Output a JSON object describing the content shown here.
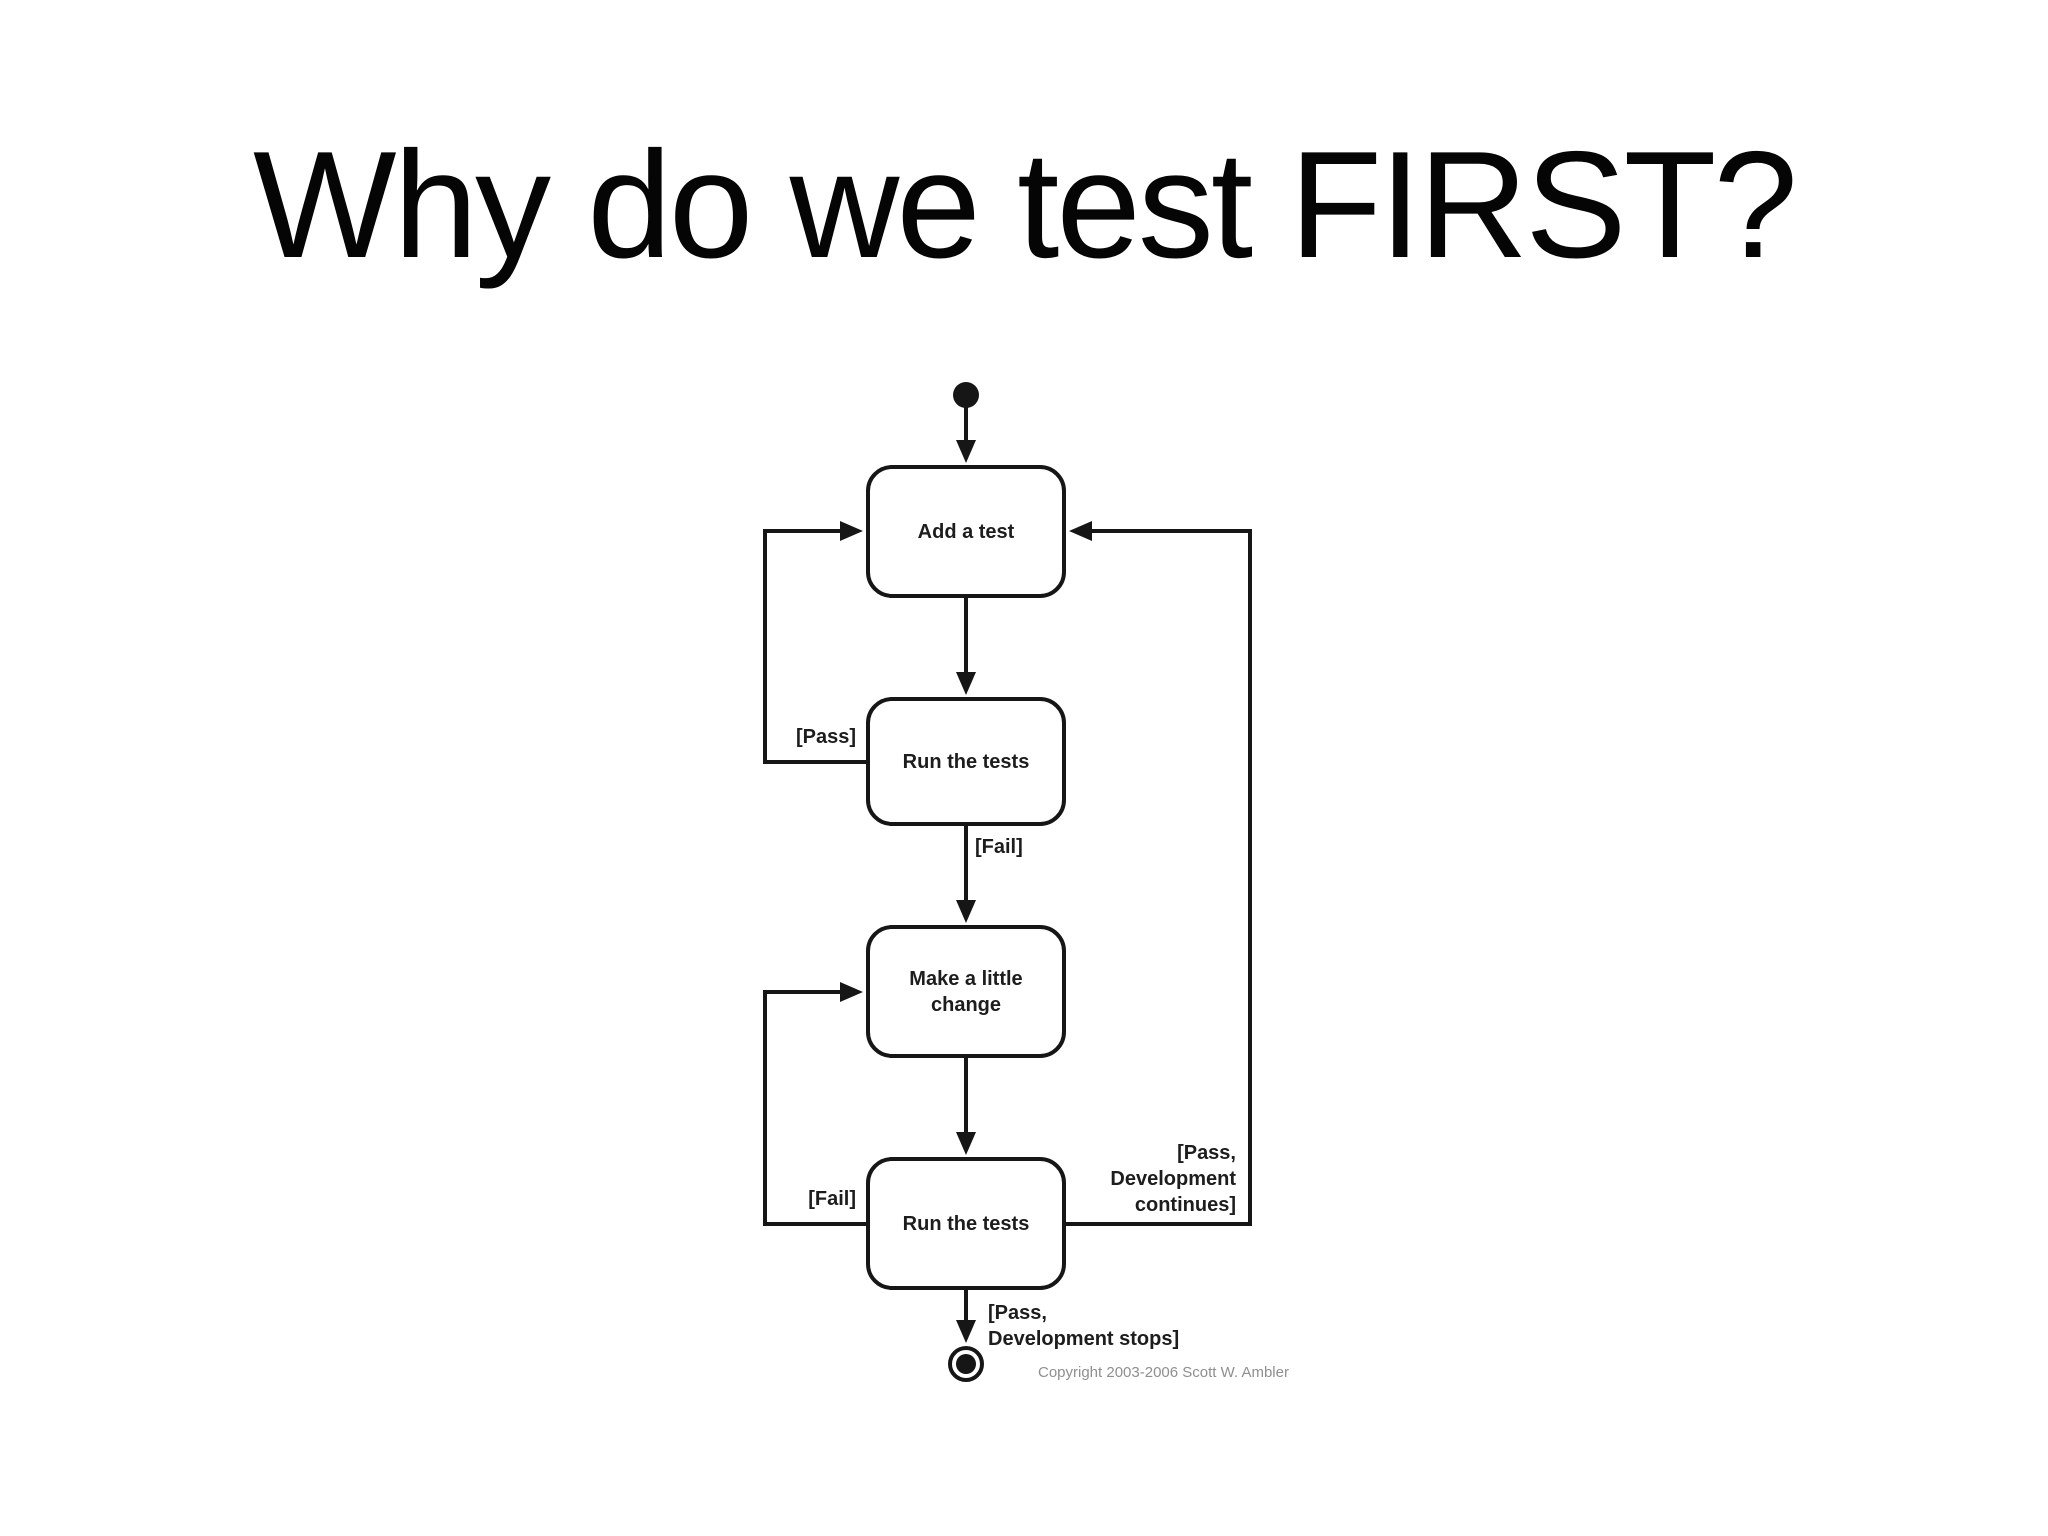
{
  "slide": {
    "title": "Why do we test FIRST?"
  },
  "diagram": {
    "type": "uml-activity-diagram",
    "nodes": [
      {
        "id": "add-test",
        "label": "Add a test"
      },
      {
        "id": "run-tests-1",
        "label": "Run the tests"
      },
      {
        "id": "make-change",
        "label": "Make a little change"
      },
      {
        "id": "run-tests-2",
        "label": "Run the tests"
      }
    ],
    "edge_labels": {
      "pass_loop": "[Pass]",
      "fail_down": "[Fail]",
      "fail_loop": "[Fail]",
      "pass_continues": "[Pass,\nDevelopment\ncontinues]",
      "pass_stops": "[Pass,\nDevelopment stops]"
    },
    "edges": [
      {
        "from": "start",
        "to": "add-test",
        "label": ""
      },
      {
        "from": "add-test",
        "to": "run-tests-1",
        "label": ""
      },
      {
        "from": "run-tests-1",
        "to": "add-test",
        "label": "[Pass]"
      },
      {
        "from": "run-tests-1",
        "to": "make-change",
        "label": "[Fail]"
      },
      {
        "from": "make-change",
        "to": "run-tests-2",
        "label": ""
      },
      {
        "from": "run-tests-2",
        "to": "make-change",
        "label": "[Fail]"
      },
      {
        "from": "run-tests-2",
        "to": "add-test",
        "label": "[Pass, Development continues]"
      },
      {
        "from": "run-tests-2",
        "to": "end",
        "label": "[Pass, Development stops]"
      }
    ],
    "colors": {
      "line": "#161616",
      "text": "#1d1d1d",
      "copyright_text": "#8f8f8f",
      "background": "#ffffff"
    },
    "copyright": "Copyright 2003-2006 Scott W. Ambler"
  }
}
